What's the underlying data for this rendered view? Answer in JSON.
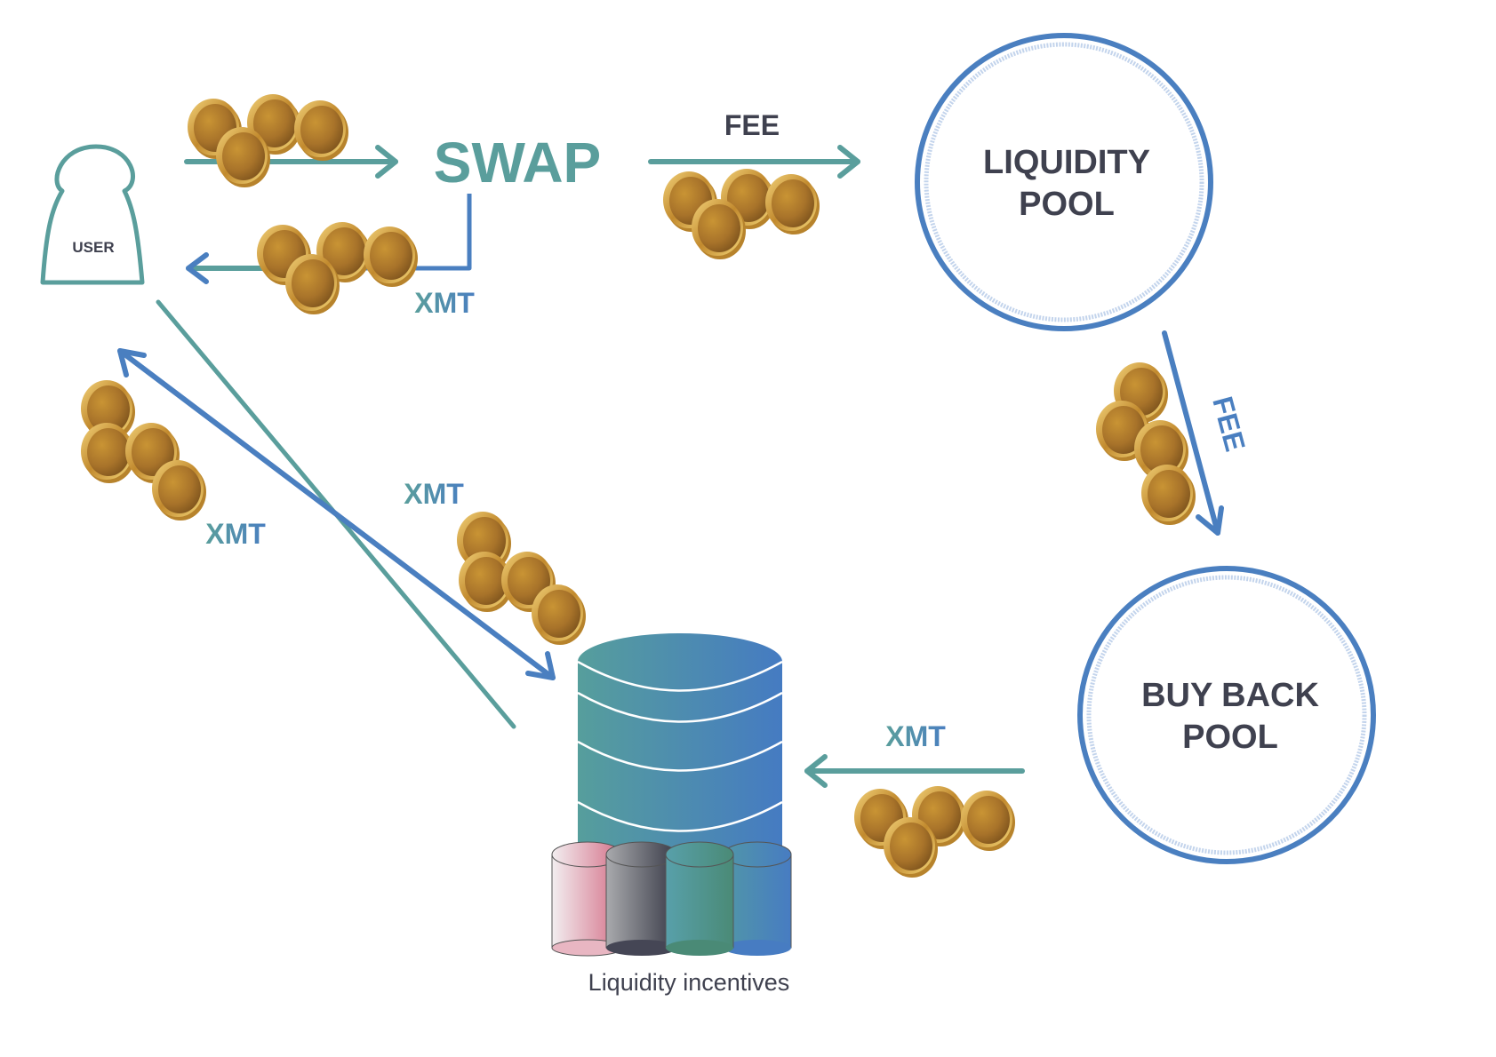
{
  "colors": {
    "teal": "#5a9e9c",
    "blue": "#4a7fc0",
    "dark_text": "#3f414f",
    "pale_blue": "#c3d4ec",
    "gold_light": "#d9a53c",
    "gold_dark": "#8a5a20"
  },
  "nodes": {
    "user": {
      "label": "USER"
    },
    "swap": {
      "label": "SWAP"
    },
    "liquidity_pool": {
      "line1": "LIQUIDITY",
      "line2": "POOL"
    },
    "buy_back_pool": {
      "line1": "BUY BACK",
      "line2": "POOL"
    },
    "liquidity_incentives": {
      "label": "Liquidity incentives"
    }
  },
  "edges": {
    "user_to_swap": {
      "label": ""
    },
    "swap_to_user": {
      "label": "XMT"
    },
    "swap_to_liquidity_pool": {
      "label": "FEE"
    },
    "liquidity_pool_to_buy_back": {
      "label": "FEE"
    },
    "buy_back_to_incentives": {
      "label": "XMT"
    },
    "user_to_incentives": {
      "label": "XMT"
    },
    "incentives_to_user": {
      "label": "XMT"
    }
  }
}
